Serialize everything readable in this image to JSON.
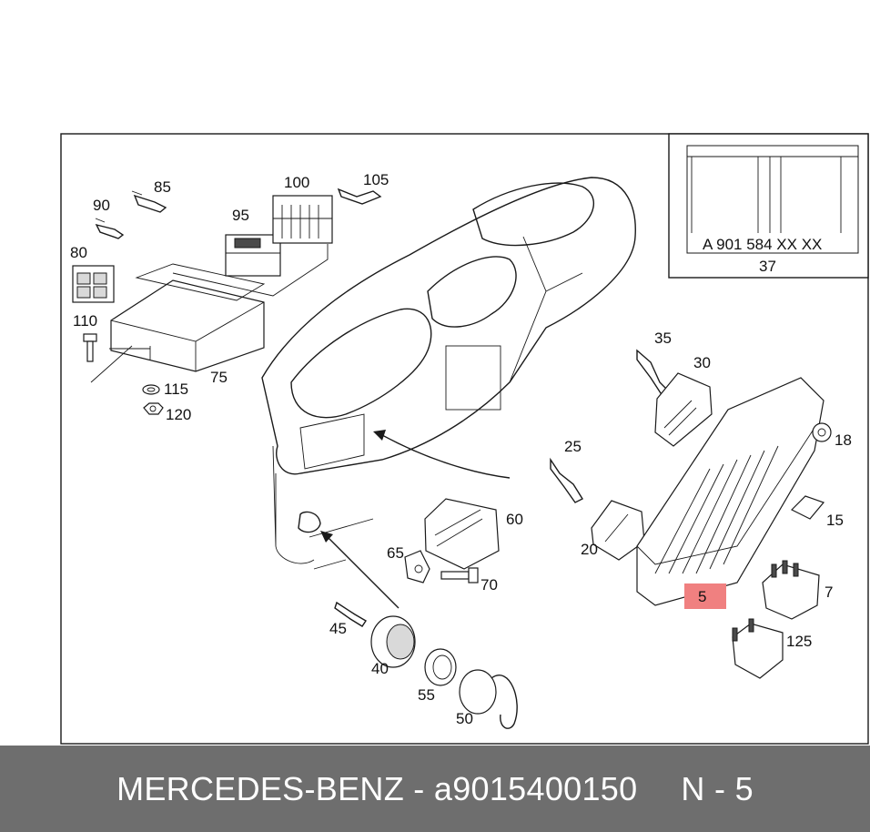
{
  "callouts": {
    "c5": "5",
    "c7": "7",
    "c15": "15",
    "c18": "18",
    "c20": "20",
    "c25": "25",
    "c30": "30",
    "c35": "35",
    "c37": "37",
    "c40": "40",
    "c45": "45",
    "c50": "50",
    "c55": "55",
    "c60": "60",
    "c65": "65",
    "c70": "70",
    "c75": "75",
    "c80": "80",
    "c85": "85",
    "c90": "90",
    "c95": "95",
    "c100": "100",
    "c105": "105",
    "c110": "110",
    "c115": "115",
    "c120": "120",
    "c125": "125"
  },
  "label_card": {
    "part_code": "A 901 584 XX XX"
  },
  "highlight_color": "#f08080",
  "footer": {
    "brand_part": "MERCEDES-BENZ - a9015400150",
    "position": "N - 5"
  }
}
